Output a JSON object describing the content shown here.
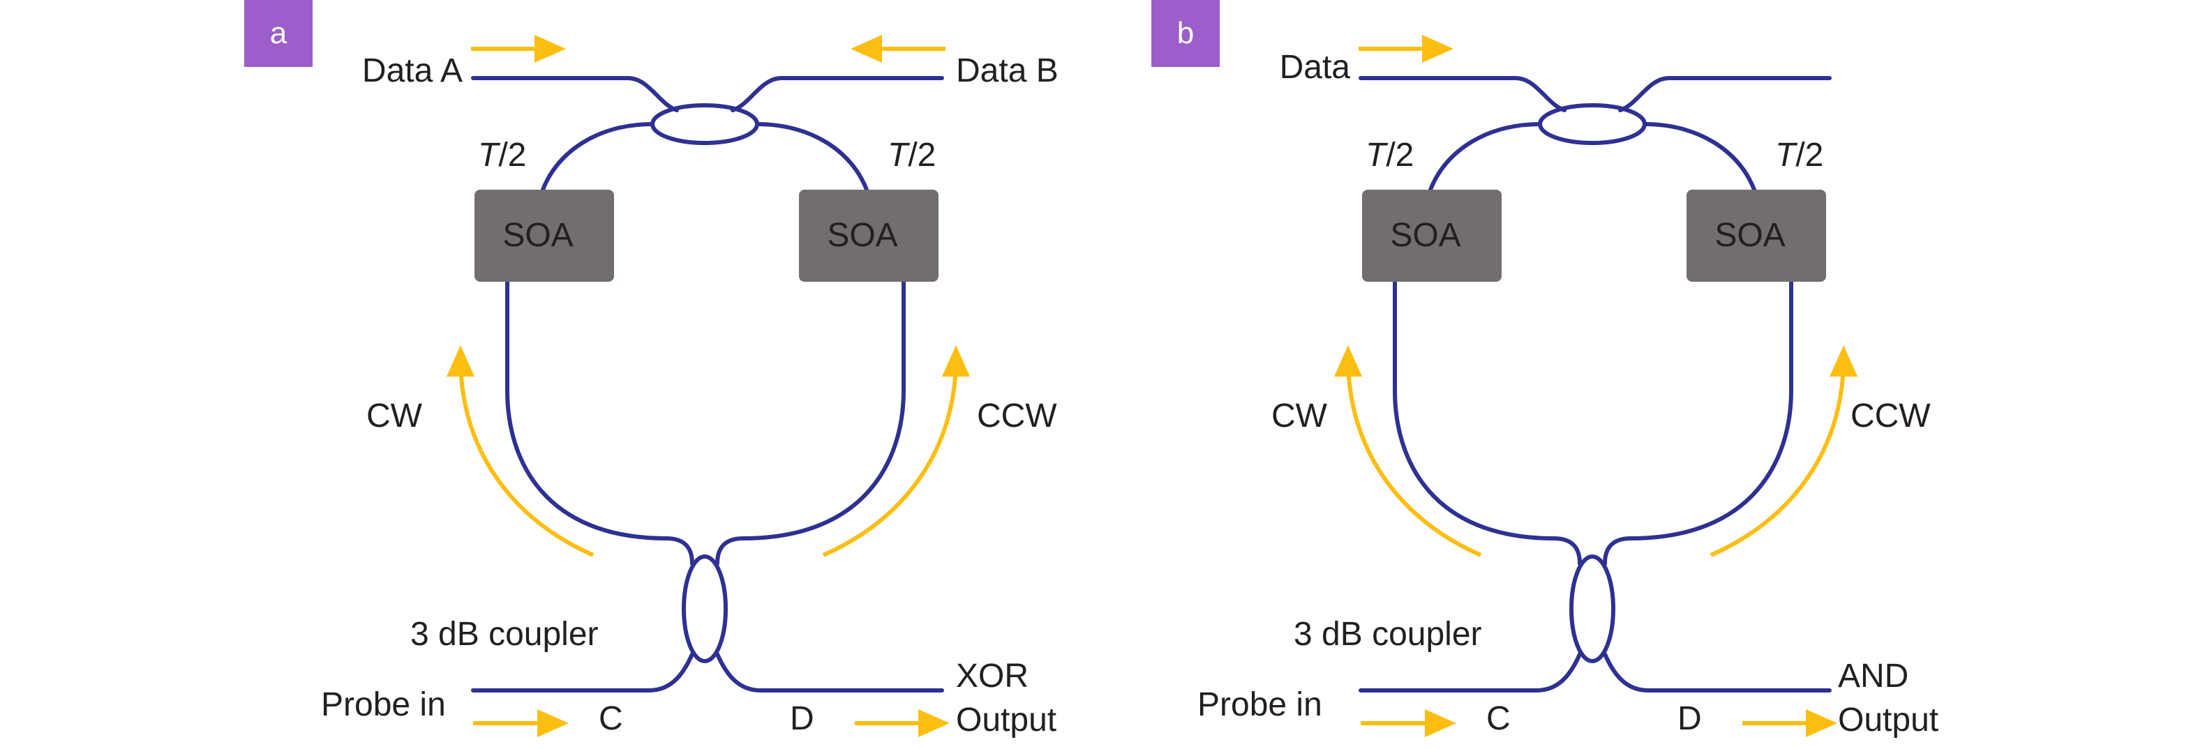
{
  "colors": {
    "fiber": "#2e3192",
    "arrow": "#fdbe12",
    "soa_box": "#726e6d",
    "badge": "#9b5ecb",
    "text": "#231f20"
  },
  "panels": [
    {
      "badge": "a",
      "input_left": "Data A",
      "input_right": "Data B",
      "delay_left": "T",
      "delay_right": "T",
      "delay_suffix": "/2",
      "soa_left": "SOA",
      "soa_right": "SOA",
      "cw_label": "CW",
      "ccw_label": "CCW",
      "coupler_label": "3 dB coupler",
      "probe_label": "Probe in",
      "port_c": "C",
      "port_d": "D",
      "output_top": "XOR",
      "output_bottom": "Output"
    },
    {
      "badge": "b",
      "input_left": "Data",
      "input_right": "",
      "delay_left": "T",
      "delay_right": "T",
      "delay_suffix": "/2",
      "soa_left": "SOA",
      "soa_right": "SOA",
      "cw_label": "CW",
      "ccw_label": "CCW",
      "coupler_label": "3 dB coupler",
      "probe_label": "Probe in",
      "port_c": "C",
      "port_d": "D",
      "output_top": "AND",
      "output_bottom": "Output"
    }
  ]
}
